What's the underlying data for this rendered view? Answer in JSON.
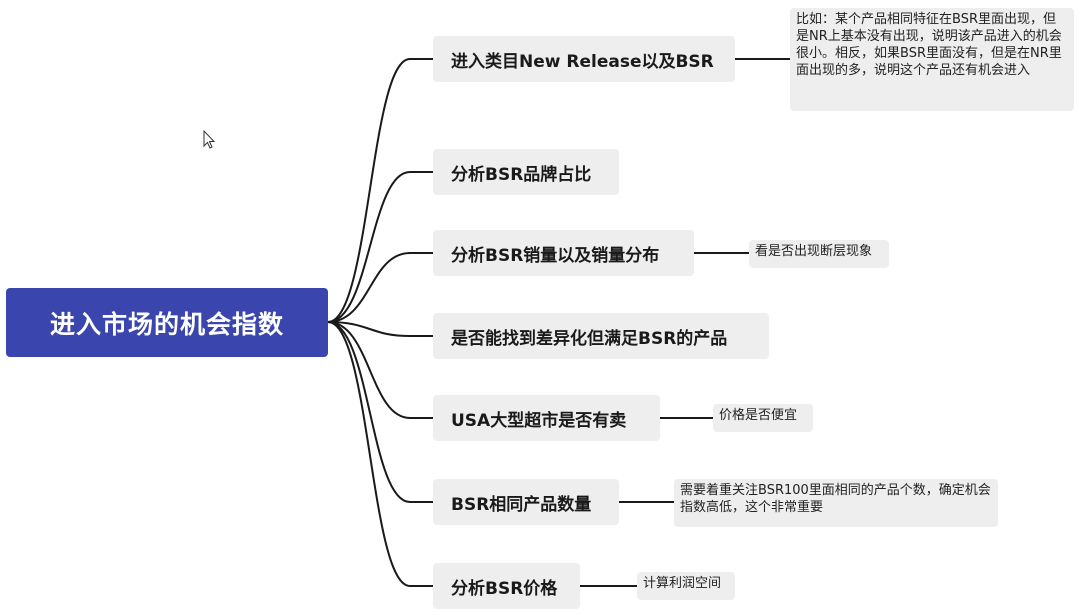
{
  "root": {
    "label": "进入市场的机会指数"
  },
  "branches": [
    {
      "label": "进入类目New Release以及BSR",
      "note": "比如：某个产品相同特征在BSR里面出现，但是NR上基本没有出现，说明该产品进入的机会很小。相反，如果BSR里面没有，但是在NR里面出现的多，说明这个产品还有机会进入"
    },
    {
      "label": "分析BSR品牌占比"
    },
    {
      "label": "分析BSR销量以及销量分布",
      "note": "看是否出现断层现象"
    },
    {
      "label": "是否能找到差异化但满足BSR的产品"
    },
    {
      "label": "USA大型超市是否有卖",
      "note": "价格是否便宜"
    },
    {
      "label": "BSR相同产品数量",
      "note": "需要着重关注BSR100里面相同的产品个数，确定机会指数高低，这个非常重要"
    },
    {
      "label": "分析BSR价格",
      "note": "计算利润空间"
    }
  ],
  "colors": {
    "root_bg": "#3a46ad",
    "node_bg": "#eeeeee",
    "line": "#1a1a1a"
  },
  "icons": {
    "cursor": "mouse-pointer-icon"
  }
}
